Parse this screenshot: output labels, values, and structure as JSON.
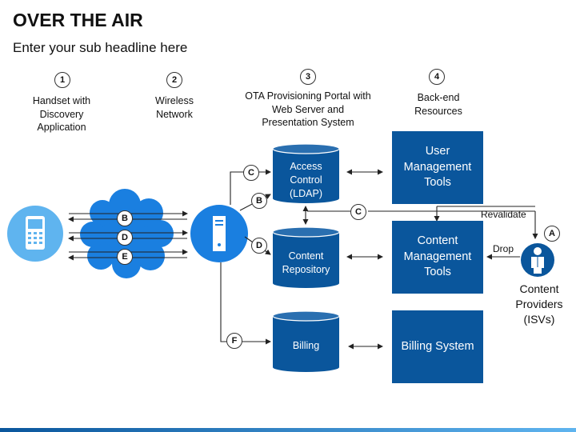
{
  "title": "OVER THE AIR",
  "subtitle": "Enter your sub headline here",
  "stages": [
    {
      "num": "1",
      "label": "Handset with Discovery Application"
    },
    {
      "num": "2",
      "label": "Wireless Network"
    },
    {
      "num": "3",
      "label": "OTA Provisioning Portal with Web Server and Presentation System"
    },
    {
      "num": "4",
      "label": "Back-end Resources"
    }
  ],
  "databases": {
    "access_control": "Access Control (LDAP)",
    "content_repository": "Content Repository",
    "billing": "Billing"
  },
  "backend": {
    "user_management": "User Management Tools",
    "content_management": "Content Management Tools",
    "billing_system": "Billing System"
  },
  "markers": {
    "a": "A",
    "b": "B",
    "c": "C",
    "d": "D",
    "e": "E",
    "f": "F"
  },
  "notes": {
    "revalidate": "Revalidate",
    "drop": "Drop"
  },
  "content_providers": "Content Providers (ISVs)",
  "icons": {
    "handset": "mobile-phone-icon",
    "network": "cloud-icon",
    "server": "server-icon",
    "provider": "person-icon"
  },
  "colors": {
    "primary": "#0a569c",
    "light_blue": "#5fb4ef",
    "network_blue": "#1a7fe0"
  }
}
